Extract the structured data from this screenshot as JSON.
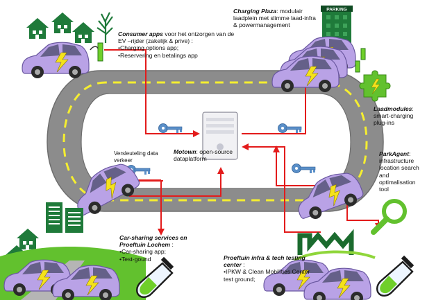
{
  "consumer_apps": {
    "title": "Consumer apps",
    "title_rest": " voor het ontzorgen van de EV –rijder (zakelijk & prive) :",
    "bullets": [
      "Charging options app;",
      "Reservering en betalings app"
    ]
  },
  "charging_plaza": {
    "title": "Charging Plaza",
    "title_rest": ": modulair laadplein met slimme laad-infra & powermanagement",
    "sign": "PARKING"
  },
  "laadmodules": {
    "title": "Laadmodules",
    "rest": ": smart-charging plug-ins"
  },
  "parkagent": {
    "title": "ParkAgent",
    "rest": ": infrastructure location search and optimalisation tool"
  },
  "motown": {
    "title": "Motown",
    "rest": ": open-source dataplatform"
  },
  "versleuteling": {
    "text": "Versleuteling data verkeer"
  },
  "car_sharing": {
    "title": "Car-sharing services en Proeftuin Lochem",
    "title_rest": " :",
    "bullets": [
      "Car-sharing app;",
      "Test-gound"
    ]
  },
  "proeftuin": {
    "title": "Proeftuin infra & tech testing center",
    "title_rest": " :",
    "bullets": [
      "IPKW & Clean Mobilities Center test ground;"
    ]
  },
  "colors": {
    "road": "#8c8c8c",
    "road_dash": "#f5ee30",
    "car_body": "#b9a2e6",
    "house_green": "#1f7a3a",
    "arrow_red": "#e31b1b",
    "key_blue": "#5a8fc8",
    "puzzle_green": "#62c12e",
    "bolt_yellow": "#f4e21c"
  }
}
